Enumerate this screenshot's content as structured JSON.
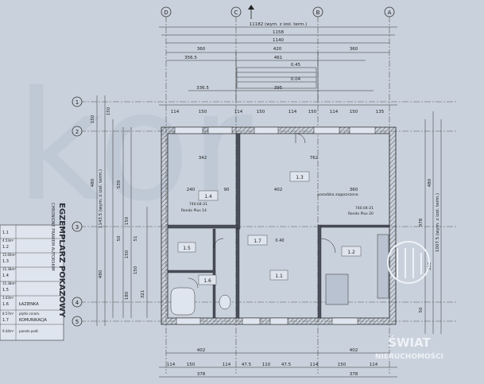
{
  "axis_labels": {
    "top": [
      "D",
      "C",
      "B",
      "A"
    ],
    "left": [
      "1",
      "2",
      "3",
      "4",
      "5"
    ]
  },
  "dims_top": [
    "11182 (wym. z izol. term.)",
    "1158",
    "1140",
    "360",
    "420",
    "360",
    "356.5",
    "461",
    "0.45",
    "0.04",
    "395",
    "336.5"
  ],
  "dims_row": [
    "114",
    "150",
    "114",
    "150",
    "114",
    "150",
    "114",
    "150",
    "135"
  ],
  "dims_left": [
    "150",
    "150",
    "480",
    "1143.5 (wym. z izol. term.)",
    "539",
    "150",
    "51",
    "150",
    "50",
    "150",
    "180",
    "321",
    "480"
  ],
  "dims_right": [
    "480",
    "978",
    "390",
    "50",
    "1007.5 (wym. z izol. term.)"
  ],
  "dims_bottom": [
    "402",
    "402",
    "114",
    "150",
    "114",
    "47.5",
    "110",
    "47.5",
    "114",
    "150",
    "114",
    "378",
    "378"
  ],
  "rooms": [
    {
      "id": "1.4",
      "dim_a": "342",
      "dim_b": "240",
      "dim_c": "90"
    },
    {
      "id": "1.3",
      "dim_a": "762",
      "dim_b": "402",
      "dim_c": "360"
    },
    {
      "id": "1.7",
      "dim_a": "0.40",
      "dim_b": "",
      "dim_c": ""
    },
    {
      "id": "1.2",
      "dim_a": "",
      "dim_b": "",
      "dim_c": ""
    },
    {
      "id": "1.5",
      "dim_a": "",
      "dim_b": "",
      "dim_c": ""
    },
    {
      "id": "1.6",
      "dim_a": "",
      "dim_b": "",
      "dim_c": ""
    },
    {
      "id": "1.1",
      "dim_a": "",
      "dim_b": "",
      "dim_c": ""
    }
  ],
  "windows": {
    "w1": "Rondo Plus 14",
    "w2": "Rondo Plus 20",
    "w3": "740.04-21",
    "w4": "740.04-21",
    "note": "posadzka zagęszczona"
  },
  "stamp": "EGZEMPLARZ POKAZOWY",
  "stamp_sub": "CHRONIONE PRAWEM AUTORSKIM",
  "legend": {
    "rows": [
      {
        "no": "1.1",
        "name": "",
        "area": "4.53m²",
        "floor": ""
      },
      {
        "no": "1.2",
        "name": "",
        "area": "15.60m²",
        "floor": ""
      },
      {
        "no": "1.3",
        "name": "",
        "area": "15.38m²",
        "floor": ""
      },
      {
        "no": "1.4",
        "name": "",
        "area": "15.38m²",
        "floor": ""
      },
      {
        "no": "1.5",
        "name": "",
        "area": "3.43m²",
        "floor": ""
      },
      {
        "no": "1.6",
        "name": "ŁAZIENKA",
        "area": "8.57m²",
        "floor": "płytki ceram."
      },
      {
        "no": "1.7",
        "name": "KOMUNIKACJA",
        "area": "9.44m²",
        "floor": "panele podł."
      }
    ]
  },
  "watermark": {
    "line1": "ŚWIAT",
    "line2": "NIERUCHOMOŚCI"
  },
  "colors": {
    "paper": "#c9d1dc",
    "ink": "#2b2f3a",
    "wall": "#4a4f5c",
    "watermark": "#eef2f7"
  }
}
